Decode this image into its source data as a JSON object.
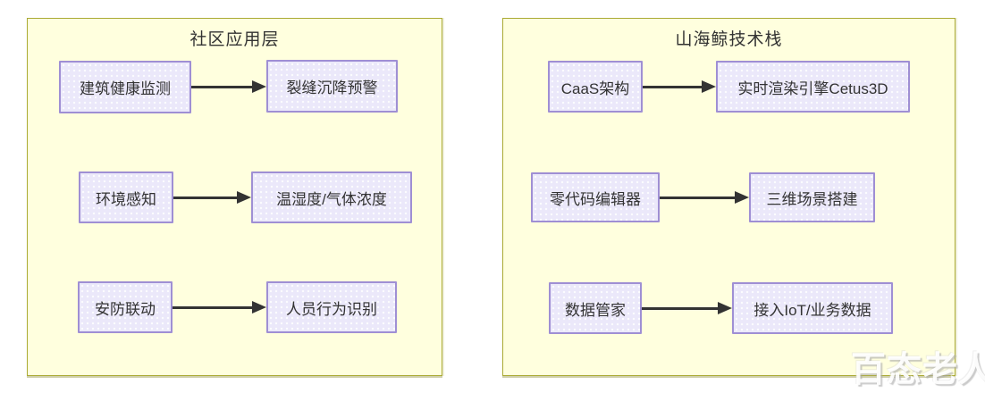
{
  "diagram": {
    "type": "flowchart",
    "direction": "left-to-right"
  },
  "panels": [
    {
      "title": "社区应用层",
      "rows": [
        {
          "source": "建筑健康监测",
          "target": "裂缝沉降预警"
        },
        {
          "source": "环境感知",
          "target": "温湿度/气体浓度"
        },
        {
          "source": "安防联动",
          "target": "人员行为识别"
        }
      ]
    },
    {
      "title": "山海鲸技术栈",
      "rows": [
        {
          "source": "CaaS架构",
          "target": "实时渲染引擎Cetus3D"
        },
        {
          "source": "零代码编辑器",
          "target": "三维场景搭建"
        },
        {
          "source": "数据管家",
          "target": "接入IoT/业务数据"
        }
      ]
    }
  ],
  "watermark": {
    "text": "百态老人"
  },
  "colors": {
    "panel_fill": "#FFFFDE",
    "panel_border": "#AAAA33",
    "node_fill": "#ECECFF",
    "node_border": "#9370DB",
    "arrow": "#333333",
    "text": "#333333",
    "watermark_text": "#FFFFFF"
  }
}
